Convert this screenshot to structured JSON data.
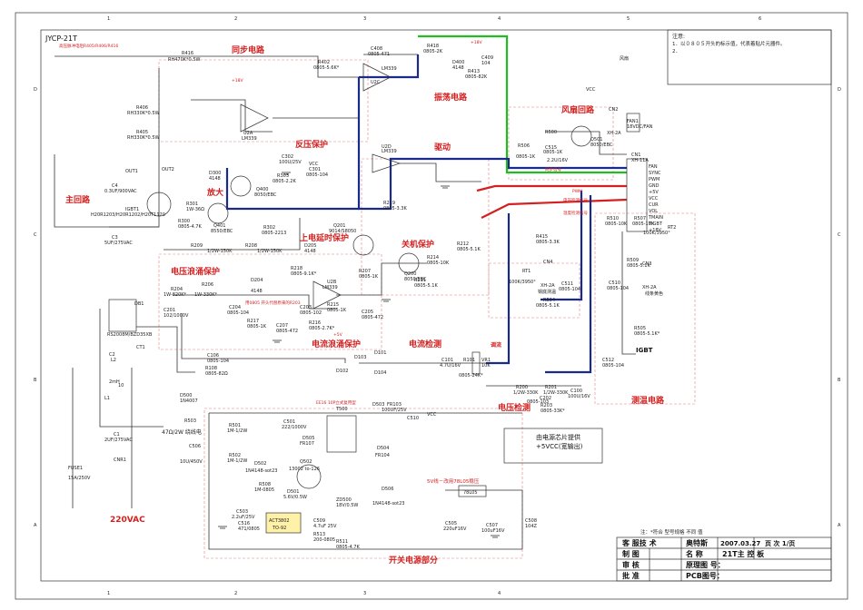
{
  "drawing": {
    "code": "JYCP-21T",
    "grid_numbers": [
      "1",
      "2",
      "3",
      "4",
      "5",
      "6"
    ],
    "grid_letters": [
      "D",
      "C",
      "B",
      "A"
    ]
  },
  "notes": {
    "title": "注意:",
    "line1": "1．以０８０５开头的标示值，代表着贴片元器件。",
    "line2": "2．"
  },
  "sections": {
    "sync": "同步电路",
    "pressure": "反压保护",
    "main": "主回路",
    "amplify": "放大",
    "drive": "驱动",
    "oscillate": "振荡电路",
    "voltage_surge": "电压浪涌保护",
    "current_surge": "电流浪涌保护",
    "power_delay": "上电延时保护",
    "shutdown": "关机保护",
    "current_detect": "电流检测",
    "voltage_detect": "电压检测",
    "temp_detect": "测温电路",
    "fan": "风扇回路",
    "smps": "开关电源部分",
    "ac_input": "220VAC",
    "igbt": "IGBT",
    "adjust": "调流",
    "pan_temp": "锅底测温",
    "fan_label": "风扇",
    "line_color": "线条黄色"
  },
  "labels": {
    "sync_note": "高压脉冲电阻R405/R406/R416",
    "r416": "R416",
    "r416_val": "RH470K*0.5W",
    "r406": "R406",
    "r406_val": "RH330K*0.5W",
    "r405": "R405",
    "r405_val": "RH330K*0.5W",
    "r402": "R402",
    "r402_val": "0805-5.6K*",
    "c408": "C408",
    "c408_val": "0805-471",
    "u2c": "U2C",
    "lm339_c": "LM339",
    "r418": "R418",
    "r418_val": "0805-2K",
    "d400": "D400",
    "d400_val": "4148",
    "c409": "C409",
    "c409_val": "104",
    "r413": "R413",
    "r413_val": "0805-82K",
    "u2a": "U2A",
    "lm339_a": "LM339",
    "u2d": "U2D",
    "lm339_d": "LM339",
    "u2b": "U2B",
    "lm339_b": "LM339",
    "out1": "OUT1",
    "out2": "OUT2",
    "c4": "C4",
    "c4_val": "0.3UF/900VAC",
    "igbt1": "IGBT1",
    "igbt1_val": "H20R1203/H20R1202/H20T1120",
    "c3": "C3",
    "c3_val": "5UF/275VAC",
    "q400": "Q400",
    "q400_val": "8050/EBC",
    "q401": "Q401",
    "q401_val": "8550/EBC",
    "d300": "D300",
    "d300_val": "4148",
    "r303": "R303",
    "r303_val": "0805-2.2K",
    "c301": "C301",
    "c301_val": "0805-104",
    "c302": "C302",
    "c302_val": "100U/25V",
    "r301": "R301",
    "r301_val": "1W-36Ω",
    "r300": "R300",
    "r300_val": "0805-4.7K",
    "r302": "R302",
    "r302_val": "0805-2213",
    "r209": "R209",
    "r209_val": "1/2W-150K",
    "r208": "R208",
    "r208_val": "1/2W-150K",
    "d205": "D205",
    "d205_val": "4148",
    "r219": "R219",
    "r219_val": "0805-3.3K",
    "q201": "Q201",
    "q201_val": "9014/S8050",
    "q200": "Q200",
    "q200_val": "8050/EBC",
    "r214": "R214",
    "r214_val": "0805-10K",
    "r212": "R212",
    "r212_val": "0805-5.1K",
    "r211": "R211",
    "r211_val": "0805-5.1K",
    "r204": "R204",
    "r204_val": "1W-820K*",
    "r206": "R206",
    "r206_val": "1W-330K*",
    "c201": "C201",
    "c201_val": "102/1000V",
    "r218": "R218",
    "r218_val": "0805-9.1K*",
    "u2b_note": "用0805 开头代替原来的R203",
    "d204": "D204",
    "d204_val": "4148",
    "r207": "R207",
    "r207_val": "0805-1K",
    "r215": "R215",
    "r215_val": "0805-1K",
    "c203": "C203",
    "c203_val": "0805-102",
    "r216": "R216",
    "r216_val": "0805-2.7K*",
    "c205": "C205",
    "c205_val": "0805-472",
    "r217": "R217",
    "r217_val": "0805-1K",
    "c207": "C207",
    "c207_val": "0805-472",
    "c204": "C204",
    "c204_val": "0805-104",
    "db1": "DB1",
    "db1_val": "RS2008M/BZD35XB",
    "ct1": "CT1",
    "c106": "C106",
    "c106_val": "0805-104",
    "r108": "R108",
    "r108_val": "0805-82Ω",
    "d101": "D101",
    "d102": "D102",
    "d103": "D103",
    "d104": "D104",
    "c101": "C101",
    "c101_val": "4.7U/16V",
    "r101": "R101",
    "r101_val": "0805-24K*",
    "vr1": "VR1",
    "vr1_val": "10K",
    "r200": "R200",
    "r200_val": "1/2W-330K",
    "r201": "R201",
    "r201_val": "1/2W-330K",
    "r203": "R203",
    "r203_val": "0805-33K*",
    "c202": "C202",
    "c202_val": "0805-103",
    "c100": "C100",
    "c100_val": "100U/16V",
    "r415": "R415",
    "r415_val": "0805-3.3K",
    "q501": "Q501",
    "q501_val": "8050/EBC",
    "r500": "R500",
    "r500_val": "0805-1K",
    "r506": "R506",
    "r506_val": "0805-1K",
    "c515": "C515",
    "c515_val": "2.2U/16V",
    "cn2": "CN2",
    "cn2_val": "XH-2A",
    "fan1": "FAN1",
    "fan1_val": "18VDC/FAN",
    "cn1": "CN1",
    "cn1_val": "XH-11A",
    "cn1_pins": [
      "FAN",
      "SYNC",
      "PWM",
      "GND",
      "+5V",
      "VCC",
      "CUR",
      "VOL",
      "TMAIN",
      "TIGBT",
      "+18V"
    ],
    "sig_sync": "同步信号",
    "sig_pwm": "PWM",
    "sig_vol": "电压检测信号",
    "sig_temp": "温度检测信号",
    "r510": "R510",
    "r510_val": "0805-10K",
    "r507": "R507",
    "r507_val": "0805-10K",
    "rt1": "RT1",
    "rt1_val": "100K/3950°",
    "rt2": "RT2",
    "rt2_val": "100K/3950°",
    "cn4": "CN4",
    "cn4_val": "XH-2A",
    "cn3": "CN3",
    "cn3_val": "XH-2A",
    "c511": "C511",
    "c511_val": "0805-104",
    "c510": "C510",
    "c510_val": "0805-104",
    "r504": "R504",
    "r504_val": "0805-5.1K",
    "r505": "R505",
    "r505_val": "0805-5.1K*",
    "c512": "C512",
    "c512_val": "0805-104",
    "r509": "R509",
    "r509_val": "0805-5.1K",
    "l2": "L2",
    "l2_val": "2mH",
    "c2": "C2",
    "c2_val": "10",
    "l1": "L1",
    "c1": "C1",
    "c1_val": "2UF/275VAC",
    "cnr1": "CNR1",
    "fuse1": "FUSE1",
    "fuse1_val": "15A/250V",
    "d500": "D500",
    "d500_val": "1N4007",
    "r503": "R503",
    "r503_val": "47Ω/2W 绕线电",
    "c506": "C506",
    "c506_val": "10U/450V",
    "r501": "R501",
    "r501_val": "1M-1/2W",
    "r502": "R502",
    "r502_val": "1M-1/2W",
    "c501": "C501",
    "c501_val": "222/1000V",
    "d505": "D505",
    "d505_val": "FR107",
    "t500": "T500",
    "t500_note": "EE16 10P立式复用型",
    "d503": "D503",
    "d503_val": "FR103",
    "c510b": "C510",
    "c510b_val": "100UF/25V",
    "d504": "D504",
    "d504_val": "FR104",
    "d502": "D502",
    "d502_val": "1N4148-sot23",
    "q502": "Q502",
    "q502_val": "13002 to-126",
    "r508": "R508",
    "r508_val": "1M-0805",
    "d506": "D506",
    "d506_val": "1N4148-sot23",
    "zd500": "ZD500",
    "zd500_val": "18V/0.5W",
    "r511": "R511",
    "r511_val": "0805-4.7K",
    "d501": "D501",
    "d501_val": "5.6V/0.5W",
    "c503": "C503",
    "c503_val": "2.2uF/25V",
    "c516": "C516",
    "c516_val": "471/0805",
    "c509": "C509",
    "c509_val": "4.7uF 25V",
    "r513": "R513",
    "r513_val": "200-0805",
    "u500": "ACT3802",
    "u500_pkg": "TO-92",
    "reg_note": "5V线－改用78L05稳压",
    "u501": "78L05",
    "c505": "C505",
    "c505_val": "220uF16V",
    "c507": "C507",
    "c507_val": "100uF16V",
    "c508": "C508",
    "c508_val": "104Z",
    "vcc_note": "由电源芯片提供",
    "vcc_note2": "+5VCC(宽输出)",
    "vcc": "VCC",
    "v18": "+18V",
    "v5": "+5V"
  },
  "title_block": {
    "company": "客 服技 术",
    "company2": "奥特斯",
    "date": "2007.03.27",
    "pages": "页 次 1/页",
    "drawn": "制 图",
    "name_label": "名 称",
    "name": "21T主 控 板",
    "checked": "审 核",
    "sch_no": "原理图 号：",
    "approved": "批 准",
    "pcb_no": "PCB图号：",
    "footnote": "注：*符合 型号规格 不同 值"
  }
}
